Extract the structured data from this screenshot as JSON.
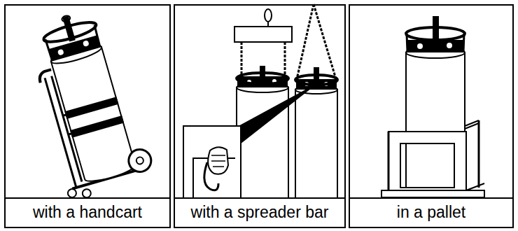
{
  "diagram": {
    "nodes": [
      {
        "text": [
          "with a handcart"
        ]
      },
      {
        "text": [
          "with a spreader bar"
        ]
      },
      {
        "text": [
          "in a pallet"
        ]
      }
    ]
  }
}
